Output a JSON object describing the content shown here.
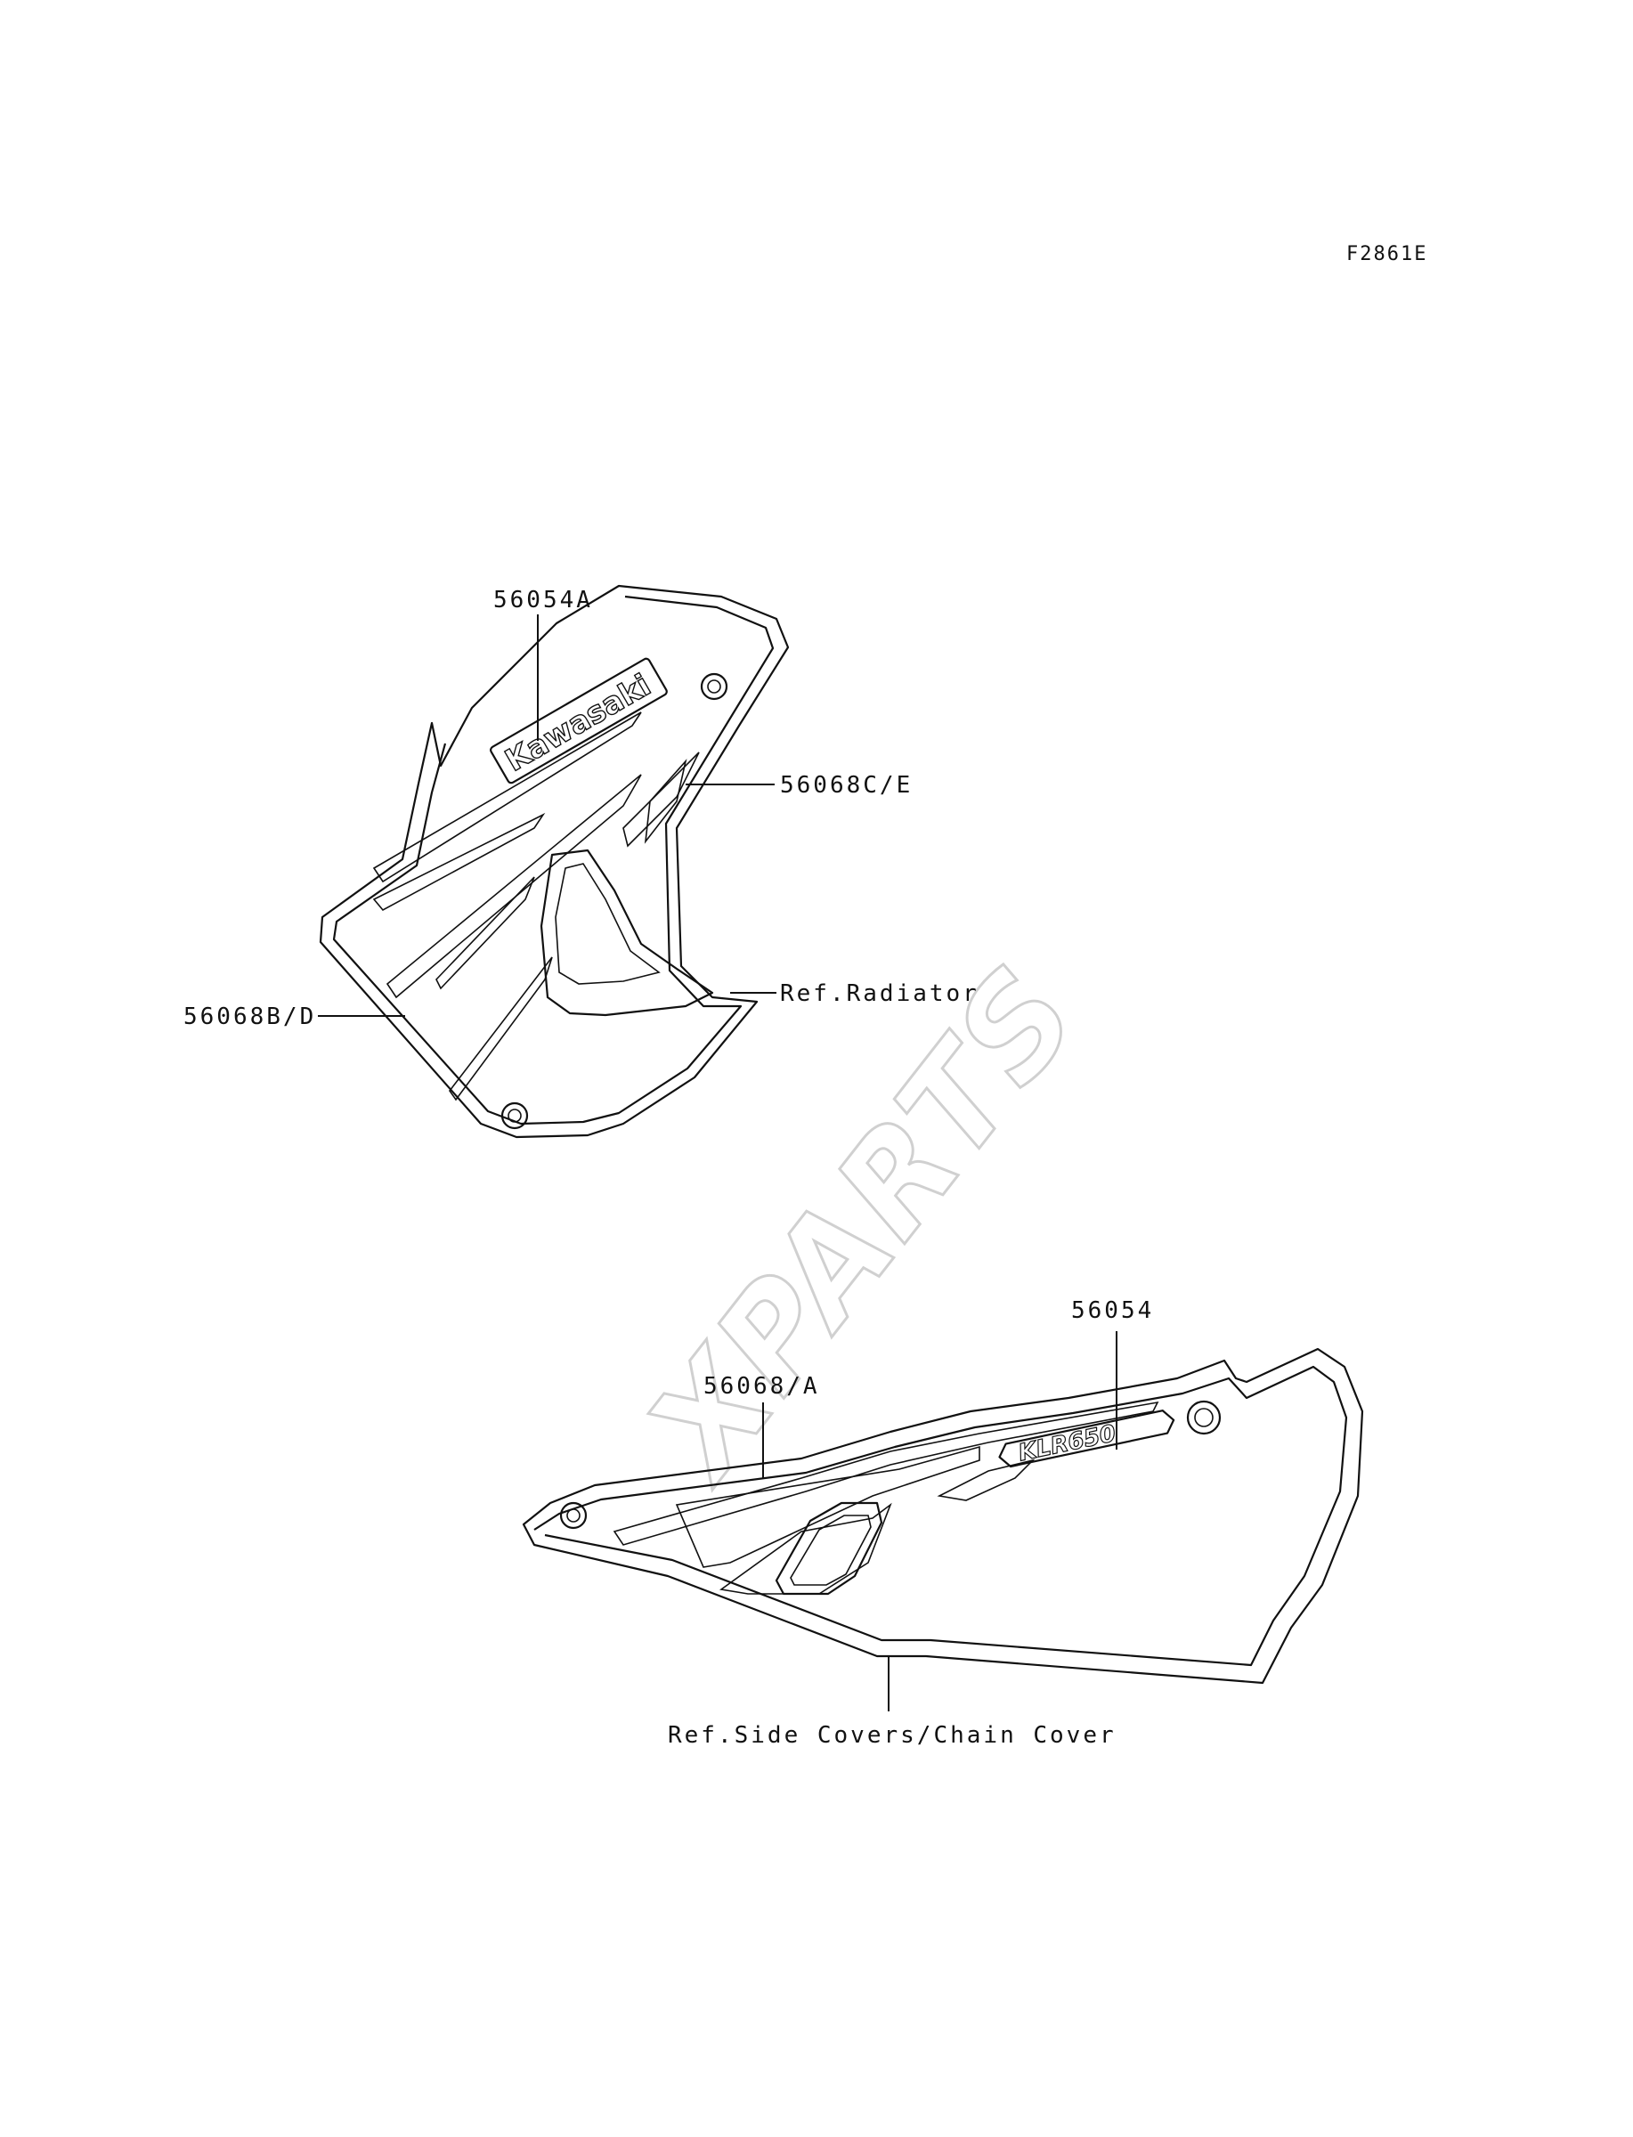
{
  "figure_code": "F2861E",
  "watermark": "XPARTS",
  "parts": {
    "shroud_logo_decal": "56054A",
    "shroud_stripe_upper": "56068C/E",
    "shroud_stripe_lower": "56068B/D",
    "radiator_ref": "Ref.Radiator",
    "side_cover_logo_decal": "56054",
    "side_cover_stripe": "56068/A",
    "side_cover_ref": "Ref.Side Covers/Chain Cover"
  },
  "decal_text": {
    "shroud_brand": "Kawasaki",
    "side_cover_model": "KLR650"
  }
}
